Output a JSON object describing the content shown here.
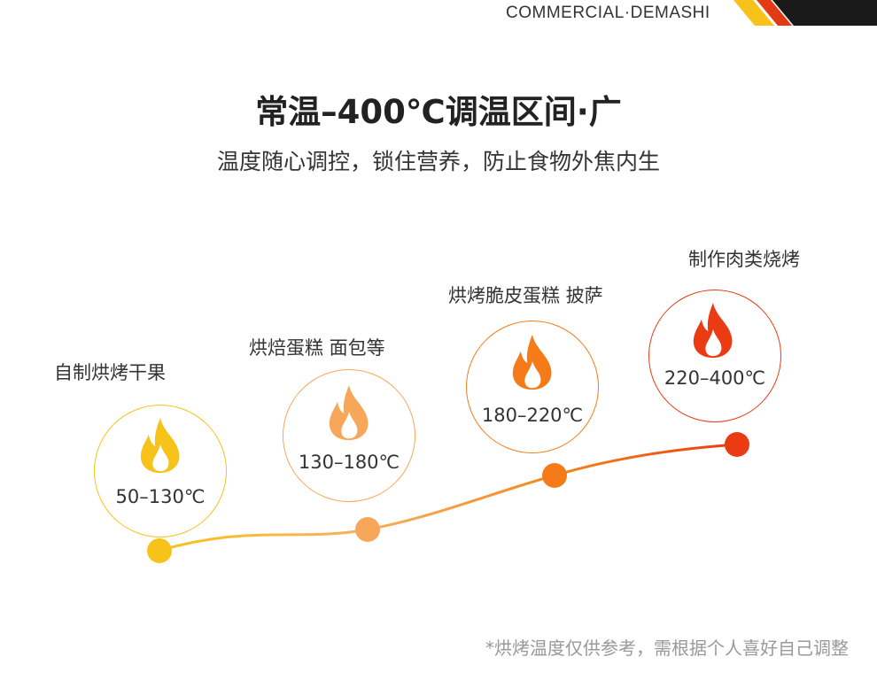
{
  "header": {
    "brand": "COMMERCIAL·DEMASHI"
  },
  "headline": {
    "title": "常温–400℃调温区间·广",
    "subtitle": "温度随心调控，锁住营养，防止食物外焦内生"
  },
  "stages": [
    {
      "use": "自制烘烤干果",
      "temp": "50–130℃",
      "color": "#f7c21a",
      "icon": "flame-icon"
    },
    {
      "use": "烘焙蛋糕 面包等",
      "temp": "130–180℃",
      "color": "#f7a75a",
      "icon": "flame-icon"
    },
    {
      "use": "烘烤脆皮蛋糕 披萨",
      "temp": "180–220℃",
      "color": "#f47b17",
      "icon": "flame-icon"
    },
    {
      "use": "制作肉类烧烤",
      "temp": "220–400℃",
      "color": "#ea3b13",
      "icon": "flame-icon"
    }
  ],
  "footnote": "*烘烤温度仅供参考，需根据个人喜好自己调整"
}
